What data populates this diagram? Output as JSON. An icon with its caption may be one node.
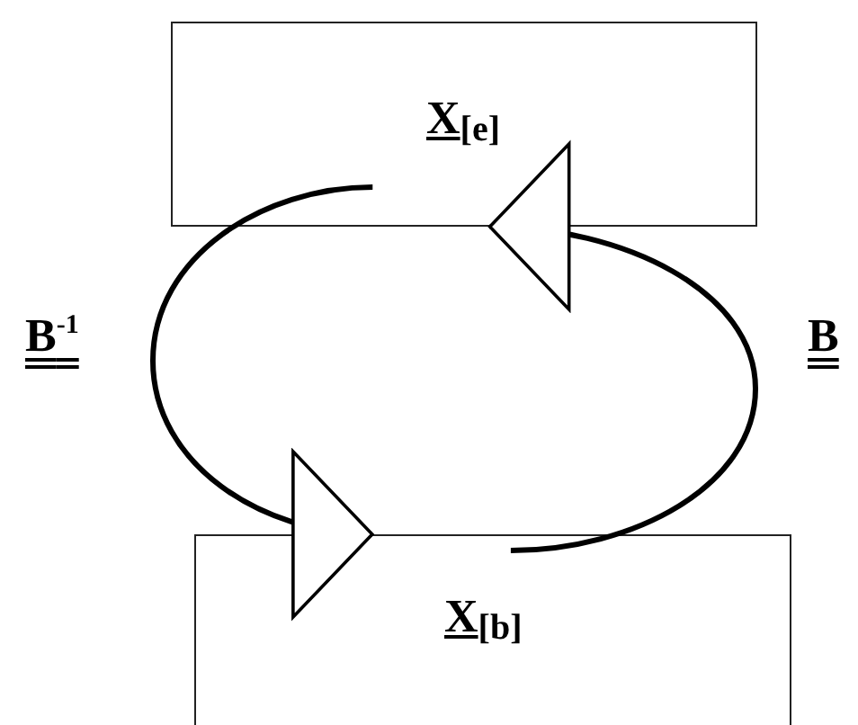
{
  "diagram": {
    "nodes": [
      {
        "text": [
          "X$_{[e]}$"
        ]
      },
      {
        "text": [
          "X$_{[b]}$"
        ]
      }
    ],
    "edges": [
      {
        "from": 0,
        "to": 1,
        "arrow": "to",
        "label": "B$^{-1}$"
      },
      {
        "from": 1,
        "to": 0,
        "arrow": "to",
        "label": "B"
      }
    ]
  }
}
